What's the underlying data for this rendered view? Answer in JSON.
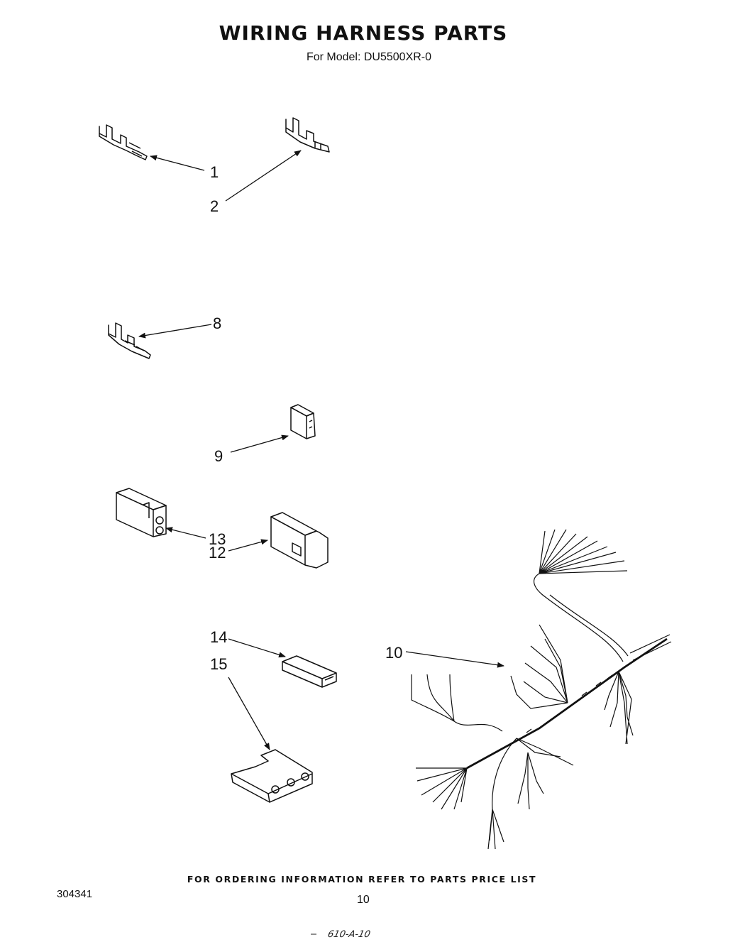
{
  "header": {
    "title": "WIRING HARNESS PARTS",
    "subtitle": "For Model: DU5500XR-0"
  },
  "callouts": {
    "c1": "1",
    "c2": "2",
    "c8": "8",
    "c9": "9",
    "c13": "13",
    "c12": "12",
    "c14": "14",
    "c15": "15",
    "c10": "10"
  },
  "footer": {
    "ordering_note": "FOR ORDERING INFORMATION REFER TO PARTS PRICE LIST",
    "doc_number": "304341",
    "page_number": "10",
    "handwritten_code": "610-A-10"
  }
}
